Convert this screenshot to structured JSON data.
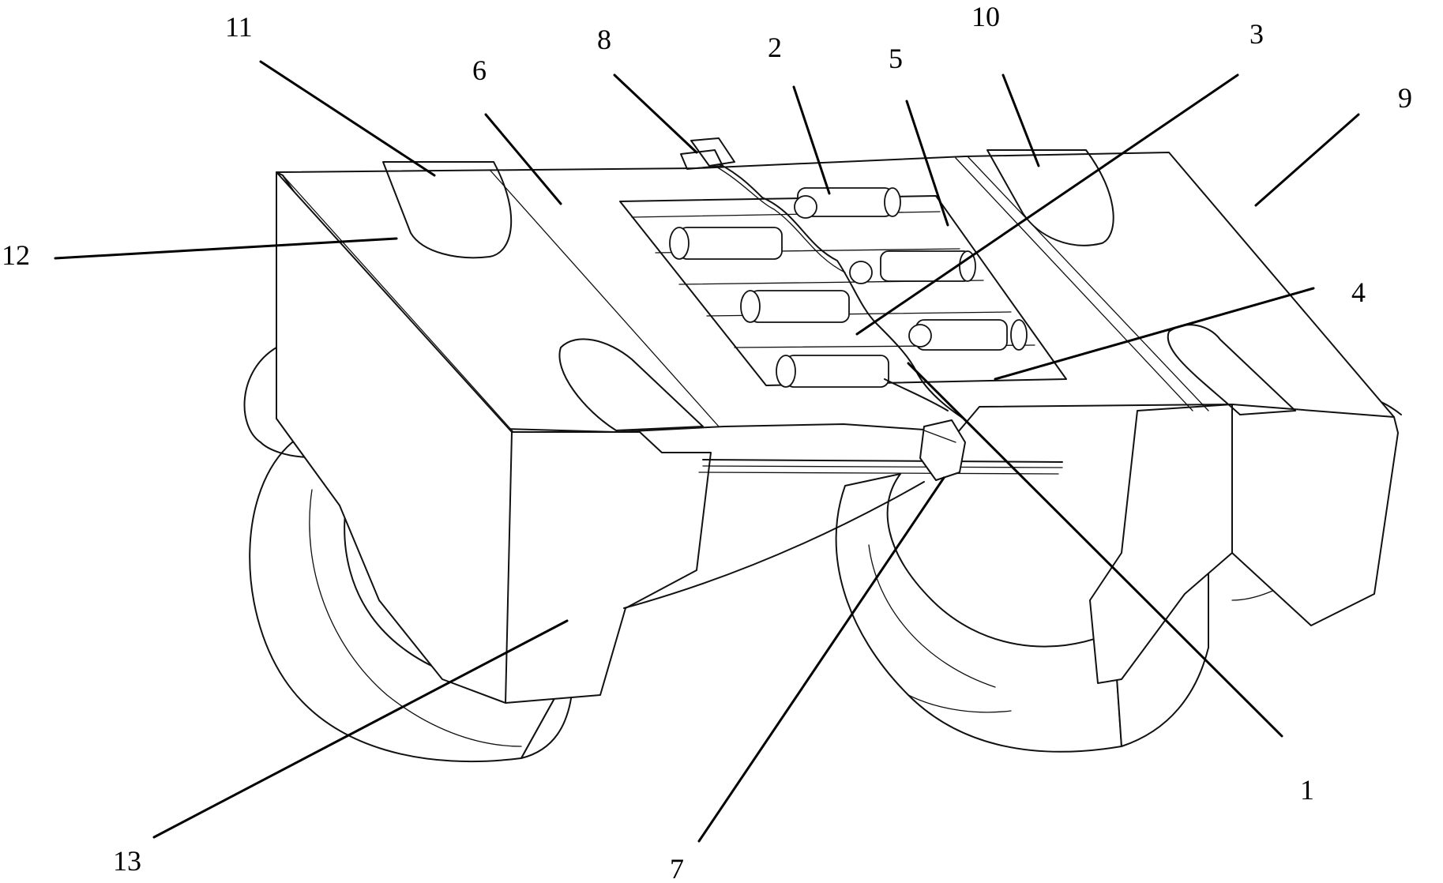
{
  "figure": {
    "callouts": [
      {
        "id": "c1",
        "text": "1"
      },
      {
        "id": "c2",
        "text": "2"
      },
      {
        "id": "c3",
        "text": "3"
      },
      {
        "id": "c4",
        "text": "4"
      },
      {
        "id": "c5",
        "text": "5"
      },
      {
        "id": "c6",
        "text": "6"
      },
      {
        "id": "c7",
        "text": "7"
      },
      {
        "id": "c8",
        "text": "8"
      },
      {
        "id": "c9",
        "text": "9"
      },
      {
        "id": "c10",
        "text": "10"
      },
      {
        "id": "c11",
        "text": "11"
      },
      {
        "id": "c12",
        "text": "12"
      },
      {
        "id": "c13",
        "text": "13"
      }
    ]
  }
}
